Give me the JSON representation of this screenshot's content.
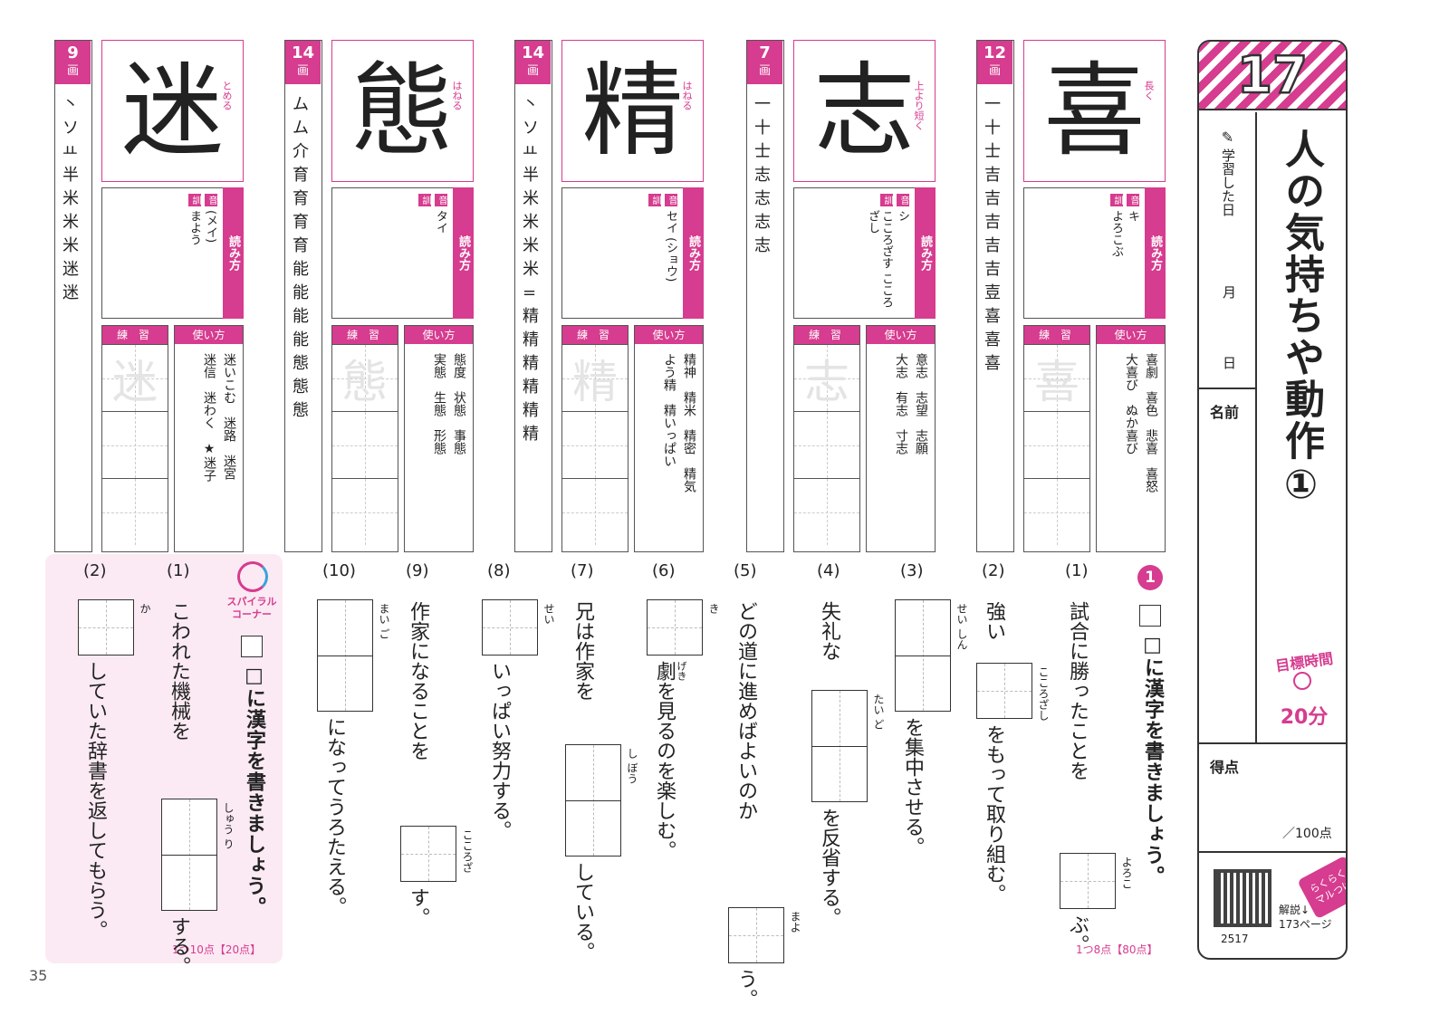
{
  "kanji": [
    {
      "strokes": "12",
      "unit": "画",
      "char": "喜",
      "order": [
        "一",
        "十",
        "士",
        "吉",
        "吉",
        "吉",
        "吉",
        "吉",
        "壴",
        "喜",
        "喜",
        "喜"
      ],
      "note": "長く",
      "on": "キ",
      "kun": "よろこぶ",
      "practice": "練 習",
      "use_label": "使い方",
      "uses": [
        "喜劇　喜色　悲喜　喜怒",
        "大喜び　ぬか喜び"
      ],
      "yomi": "読み方",
      "on_label": "音",
      "kun_label": "訓"
    },
    {
      "strokes": "7",
      "unit": "画",
      "char": "志",
      "order": [
        "一",
        "十",
        "士",
        "志",
        "志",
        "志",
        "志"
      ],
      "note": "上より短く",
      "on": "シ",
      "kun": "こころざす こころざし",
      "practice": "練 習",
      "use_label": "使い方",
      "uses": [
        "意志　志望　志願",
        "大志　有志　寸志"
      ],
      "yomi": "読み方",
      "on_label": "音",
      "kun_label": "訓"
    },
    {
      "strokes": "14",
      "unit": "画",
      "char": "精",
      "order": [
        "丶",
        "ソ",
        "ㅛ",
        "半",
        "米",
        "米",
        "米",
        "米=",
        "精",
        "精",
        "精",
        "精",
        "精",
        "精"
      ],
      "note": "はねる",
      "on": "セイ (ショウ)",
      "kun": "",
      "practice": "練 習",
      "use_label": "使い方",
      "uses": [
        "精神　精米　精密　精気",
        "よう精　精いっぱい"
      ],
      "yomi": "読み方",
      "on_label": "音",
      "kun_label": "訓"
    },
    {
      "strokes": "14",
      "unit": "画",
      "char": "態",
      "order": [
        "ム",
        "ム",
        "介",
        "育",
        "育",
        "育",
        "育",
        "能",
        "能",
        "能",
        "能",
        "態",
        "態",
        "態"
      ],
      "note": "はねる",
      "on": "タイ",
      "kun": "",
      "practice": "練 習",
      "use_label": "使い方",
      "uses": [
        "態度　状態　事態",
        "実態　生態　形態"
      ],
      "yomi": "読み方",
      "on_label": "音",
      "kun_label": "訓"
    },
    {
      "strokes": "9",
      "unit": "画",
      "char": "迷",
      "order": [
        "丶",
        "ソ",
        "ㅛ",
        "半",
        "米",
        "米",
        "米",
        "迷",
        "迷"
      ],
      "note": "とめる",
      "on": "(メイ)",
      "kun": "まよう",
      "practice": "練 習",
      "use_label": "使い方",
      "uses": [
        "迷いこむ　迷路　迷宮",
        "迷信　迷わく　★迷子"
      ],
      "yomi": "読み方",
      "on_label": "音",
      "kun_label": "訓"
    }
  ],
  "panel": {
    "number": "17",
    "title": "人の気持ちや動作①",
    "study_date": "学習した日",
    "month": "月",
    "day": "日",
    "name": "名前",
    "goal_label": "目標時間",
    "goal_time": "20分",
    "score": "得点",
    "total": "／100点",
    "answer": "解説↓",
    "answer_page": "173ページ",
    "code": "2517",
    "badge": "らくらく\nマルつけ"
  },
  "section1": {
    "badge": "1",
    "instruction": "□に漢字を書きましょう。",
    "points": "1つ8点【80点】",
    "questions": [
      {
        "num": "(1)",
        "before": "試合に勝ったことを",
        "furi": "よろこ",
        "after": "ぶ。"
      },
      {
        "num": "(2)",
        "before": "強い",
        "furi": "こころざし",
        "after": "をもって取り組む。"
      },
      {
        "num": "(3)",
        "before": "",
        "furi": "せい しん",
        "after": "を集中させる。"
      },
      {
        "num": "(4)",
        "before": "失礼な",
        "furi": "たい ど",
        "after": "を反省する。"
      },
      {
        "num": "(5)",
        "before": "どの道に進めばよいのか",
        "furi": "まよ",
        "after": "う。"
      },
      {
        "num": "(6)",
        "before": "",
        "furi": "き",
        "after": "劇を見るのを楽しむ。",
        "furi2": "げき"
      },
      {
        "num": "(7)",
        "before": "兄は作家を",
        "furi": "し ぼう",
        "after": "している。"
      },
      {
        "num": "(8)",
        "before": "",
        "furi": "せい",
        "after": "いっぱい努力する。"
      },
      {
        "num": "(9)",
        "before": "作家になることを",
        "furi": "こころざ",
        "after": "す。"
      },
      {
        "num": "(10)",
        "before": "",
        "furi": "まい ご",
        "after": "になってうろたえる。"
      }
    ]
  },
  "section2": {
    "label": "スパイラルコーナー",
    "instruction": "□に漢字を書きましょう。",
    "points": "1つ10点【20点】",
    "questions": [
      {
        "num": "(1)",
        "before": "こわれた機械を",
        "furi": "しゅう り",
        "after": "する。"
      },
      {
        "num": "(2)",
        "before": "",
        "furi": "か",
        "after": "していた辞書を返してもらう。"
      }
    ]
  },
  "page_number": "35"
}
